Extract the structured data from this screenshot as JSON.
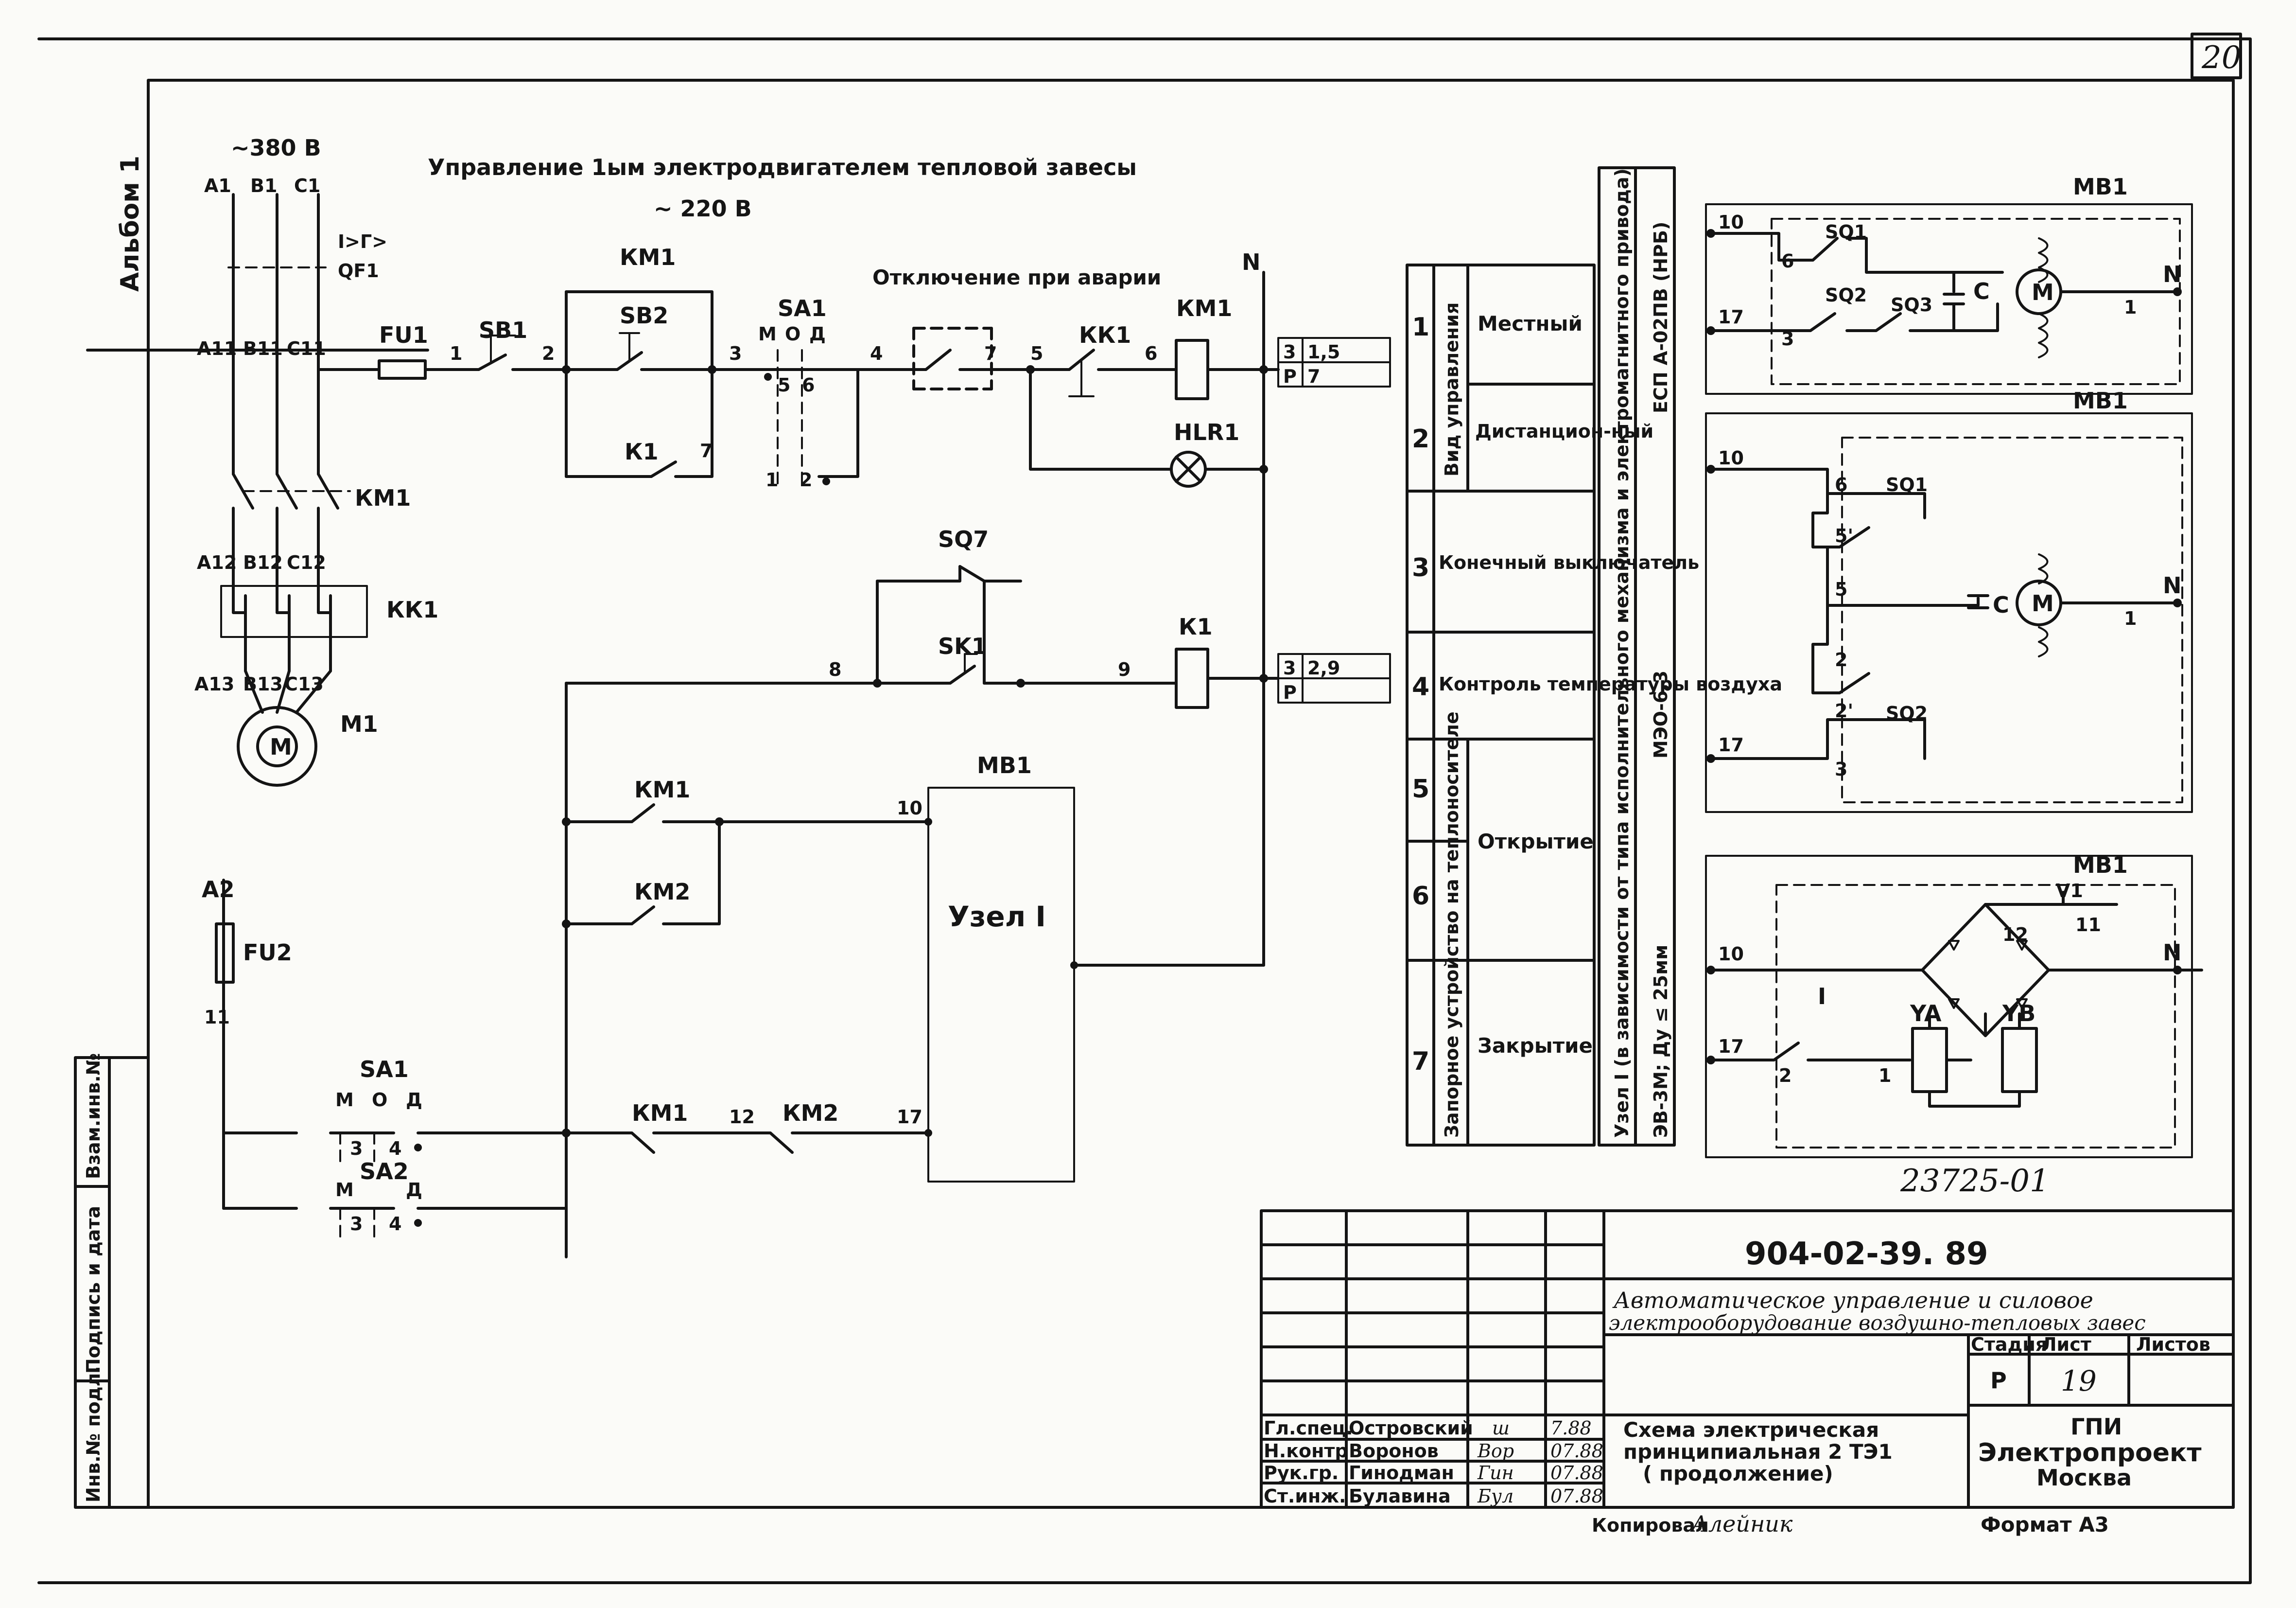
{
  "sheet_number": "20",
  "album_label": "Альбом 1",
  "supply_voltage": "~380 В",
  "title": "Управление 1ым электродвигателем тепловой завесы",
  "control_voltage": "~ 220 В",
  "emergency_note": "Отключение при аварии",
  "neutral_label": "N",
  "power": {
    "phases_top": [
      "A1",
      "B1",
      "C1"
    ],
    "breaker_rating": "I>Г>",
    "breaker_id": "QF1",
    "phases_mid": [
      "A11",
      "B11",
      "C11"
    ],
    "contactor": "КМ1",
    "phases_after_contactor": [
      "A12",
      "B12",
      "C12"
    ],
    "relay": "КК1",
    "phases_motor": [
      "A13",
      "B13",
      "C13"
    ],
    "motor_symbol": "М",
    "motor_id": "М1"
  },
  "control": {
    "fuse1": "FU1",
    "sb1": "SB1",
    "sb2": "SB2",
    "km1": "КМ1",
    "k1": "К1",
    "sa1": "SA1",
    "sa_positions": [
      "М",
      "О",
      "Д"
    ],
    "sa_contacts_top": [
      "5",
      "6"
    ],
    "sa_contacts_bottom": [
      "1",
      "2"
    ],
    "kk1": "КК1",
    "hlr1": "HLR1",
    "sq7": "SQ7",
    "sk1": "SK1",
    "km2": "КМ2",
    "mb1": "МВ1",
    "node": "Узел I",
    "fu2": "FU2",
    "a2": "А2",
    "sa2": "SA2",
    "sa_bottom_contacts": [
      "3",
      "4"
    ],
    "wires": [
      "1",
      "2",
      "3",
      "4",
      "5",
      "6",
      "7",
      "8",
      "9",
      "10",
      "11",
      "12",
      "17"
    ]
  },
  "refs": {
    "ref1": [
      "3",
      "1,5",
      "Р",
      "7"
    ],
    "ref2": [
      "3",
      "2,9",
      "Р",
      ""
    ]
  },
  "mode_table": {
    "rows": [
      {
        "n": "1",
        "text": "Местный"
      },
      {
        "n": "2",
        "text": "Дистанцион-ный"
      },
      {
        "n": "3",
        "text": "Конечный выключатель"
      },
      {
        "n": "4",
        "text": "Контроль температуры воздуха"
      },
      {
        "n": "5",
        "text": ""
      },
      {
        "n": "6",
        "text": "Открытие"
      },
      {
        "n": "7",
        "text": "Закрытие"
      }
    ],
    "group_control": "Вид управления",
    "group_valve": "Запорное устройство на теплоносителе"
  },
  "node_note": {
    "line1": "Узел I (в зависимости от типа исполнительного механизма и электромагнитного привода)",
    "line2a": "ЕСП А-02ПВ (НРБ)",
    "line2b": "МЭО-6,3",
    "line3": "ЭВ-3М; Ду ≤ 25мм"
  },
  "variants": {
    "v1": {
      "title": "МВ1",
      "labels": [
        "10",
        "17",
        "SQ1",
        "SQ2",
        "SQ3",
        "6",
        "3",
        "С",
        "М",
        "N",
        "1"
      ]
    },
    "v2": {
      "title": "МВ1",
      "labels": [
        "10",
        "17",
        "SQ1",
        "SQ2",
        "6",
        "5",
        "5'",
        "2",
        "2'",
        "3",
        "С",
        "М",
        "N",
        "1"
      ]
    },
    "v3": {
      "title": "МВ1",
      "labels": [
        "10",
        "17",
        "I",
        "V1",
        "12",
        "11",
        "YA",
        "YB",
        "2",
        "1",
        "N"
      ]
    }
  },
  "doc_number": "23725-01",
  "title_block": {
    "code": "904-02-39. 89",
    "project_title_line1": "Автоматическое управление и силовое",
    "project_title_line2": "электрооборудование воздушно-тепловых завес",
    "stage_label": "Стадия",
    "sheet_label": "Лист",
    "sheets_label": "Листов",
    "stage": "Р",
    "sheet": "19",
    "sheets": "",
    "drawing_title_line1": "Схема электрическая",
    "drawing_title_line2": "принципиальная 2 ТЭ1",
    "drawing_title_line3": "( продолжение)",
    "org_line1": "ГПИ",
    "org_line2": "Электропроект",
    "org_line3": "Москва",
    "format": "Формат А3",
    "copied_label": "Копировал",
    "copied_signature": "Алейник",
    "signatures": [
      {
        "role": "Гл.спец.",
        "name": "Островский",
        "sign": "ш",
        "date": "7.88"
      },
      {
        "role": "Н.контр",
        "name": "Воронов",
        "sign": "Вор",
        "date": "07.88"
      },
      {
        "role": "Рук.гр.",
        "name": "Гинодман",
        "sign": "Гин",
        "date": "07.88"
      },
      {
        "role": "Ст.инж.",
        "name": "Булавина",
        "sign": "Бул",
        "date": "07.88"
      }
    ]
  },
  "side_stamp": [
    "Инв.№ подл.",
    "Подпись и дата",
    "Взам.инв.№"
  ]
}
